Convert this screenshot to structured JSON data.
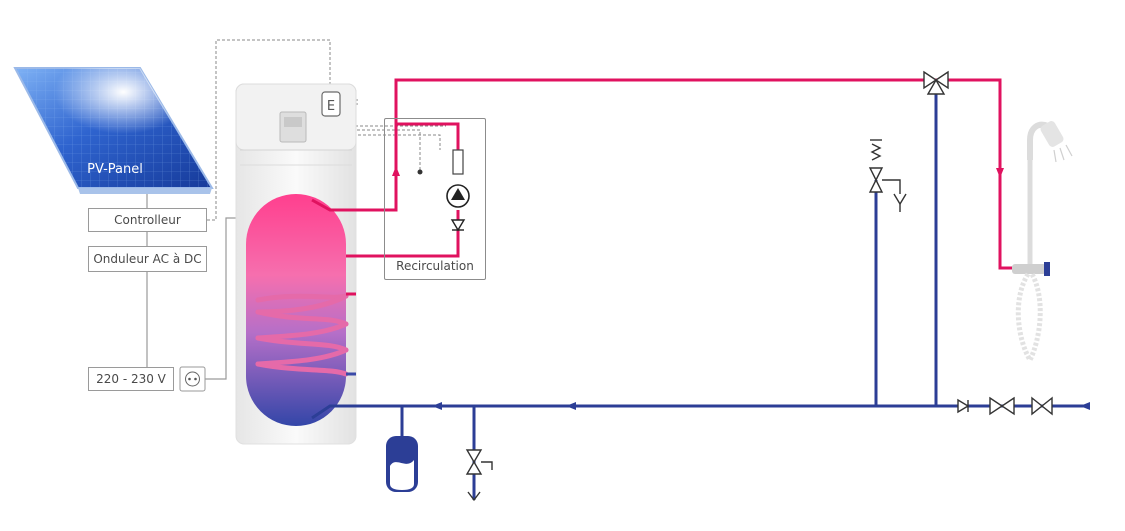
{
  "labels": {
    "pv_panel": "PV-Panel",
    "controller": "Controlleur",
    "inverter": "Onduleur AC à DC",
    "voltage": "220 - 230 V",
    "recirculation": "Recirculation",
    "energy_meter": "E"
  },
  "colors": {
    "hot_line": "#e0125f",
    "cold_line": "#2c3e96",
    "wire": "#8a8a8a",
    "solar_panel": "#2a5ccc"
  },
  "icons": [
    "solar-panel",
    "wall-socket",
    "heat-pump-boiler",
    "circulation-pump",
    "check-valve",
    "expansion-vessel",
    "safety-valve",
    "shower-head",
    "three-way-valve",
    "gate-valve"
  ]
}
